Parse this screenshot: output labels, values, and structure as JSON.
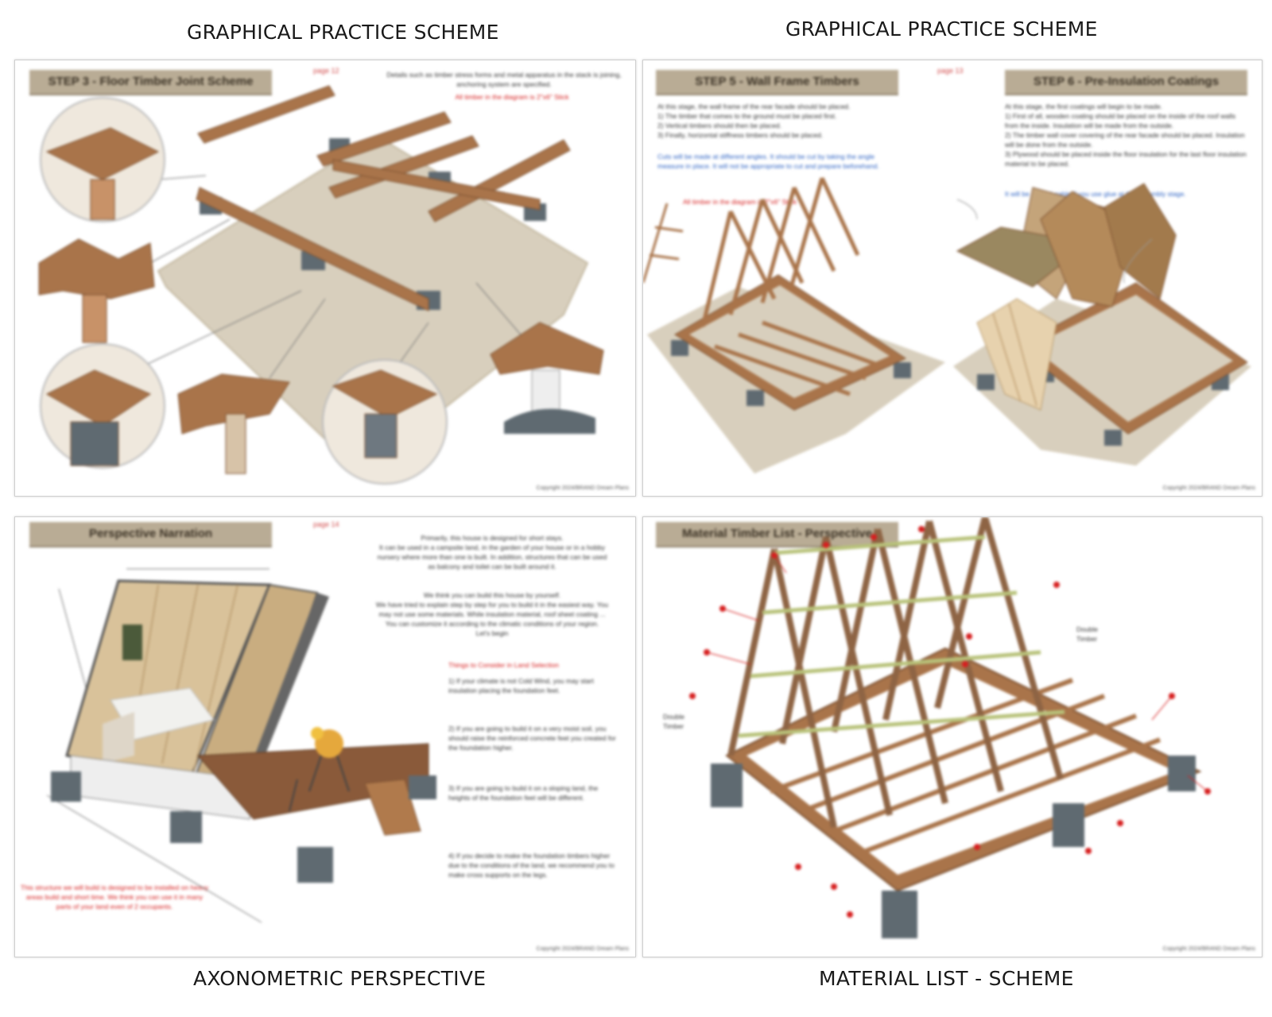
{
  "captions": {
    "top_left": "GRAPHICAL PRACTICE SCHEME",
    "top_right": "GRAPHICAL PRACTICE SCHEME",
    "bottom_left": "AXONOMETRIC PERSPECTIVE",
    "bottom_right": "MATERIAL LIST - SCHEME"
  },
  "panels": {
    "floor": {
      "header": "STEP 3 - Floor Timber Joint Scheme",
      "page": "page 12",
      "note": "Details such as timber stress forms and metal apparatus in the stack is joining, anchoring system are specified.",
      "red_note": "All timber in the diagram is 2\"x6\" Stick",
      "copyright": "Copyright 2024/BRAND Dream Plans"
    },
    "wall": {
      "header_left": "STEP 5 - Wall Frame Timbers",
      "header_right": "STEP 6 - Pre-Insulation Coatings",
      "page": "page 13",
      "text_left": "At this stage, the wall frame of the rear facade should be placed.\n1) The timber that comes to the ground must be placed first.\n2) Vertical timbers should then be placed.\n3) Finally, horizontal stiffness timbers should be placed.",
      "blue_left": "Cuts will be made at different angles. It should be cut by taking the angle measure in place. It will not be appropriate to cut and prepare beforehand.",
      "red_left": "All timber in the diagram is 2\"x6\" Stick",
      "text_right": "At this stage, the first coatings will begin to be made.\n1) First of all, wooden coating should be placed on the inside of the roof walls from the inside. Insulation will be made from the outside.\n2) The timber wall cover covering of the rear facade should be placed. Insulation will be done from the outside.\n3) Plywood should be placed inside the floor insulation for the last floor insulation material to be placed.",
      "blue_right": "It will be more durable if you use glue at the assembly stage.",
      "copyright": "Copyright 2024/BRAND Dream Plans"
    },
    "persp": {
      "header": "Perspective Narration",
      "page": "page 14",
      "text1": "Primarily, this house is designed for short stays.\nIt can be used in a campsite land, in the garden of your house or in a hobby nursery where more than one is built. In addition, structures that can be used as balcony and toilet can be built around it.",
      "text2": "We think you can build this house by yourself.\nWe have tried to explain step by step for you to build it in the easiest way. You may not use some materials. While insulation material, roof sheet coating ... You can customize it according to the climatic conditions of your region.\nLet's begin",
      "red_title": "Things to Consider in Land Selection",
      "text3": "1) If your climate is not Cold Wind, you may start insulation placing the foundation feet.",
      "text4": "2) If you are going to build it on a very moist soil, you should raise the reinforced concrete feet you created for the foundation higher.",
      "text5": "3) If you are going to build it on a sloping land, the heights of the foundation feet will be different.",
      "text6": "4) If you decide to make the foundation timbers higher due to the conditions of the land, we recommend you to make cross supports on the legs.",
      "red_bottom": "This structure we will build is designed to be installed on heavy areas build and short time. We think you can use it in many parts of your land even of 2 occupants.",
      "copyright": "Copyright 2024/BRAND Dream Plans"
    },
    "material": {
      "header": "Material Timber List - Perspective",
      "label_double_left": "Double Timber",
      "label_double_right": "Double Timber",
      "copyright": "Copyright 2024/BRAND Dream Plans"
    }
  },
  "colors": {
    "header_bg": "#b9ac95",
    "timber": "#a9744a",
    "concrete": "#5f6a71",
    "ground": "#d8cfbd",
    "callout_red": "#d62020"
  }
}
